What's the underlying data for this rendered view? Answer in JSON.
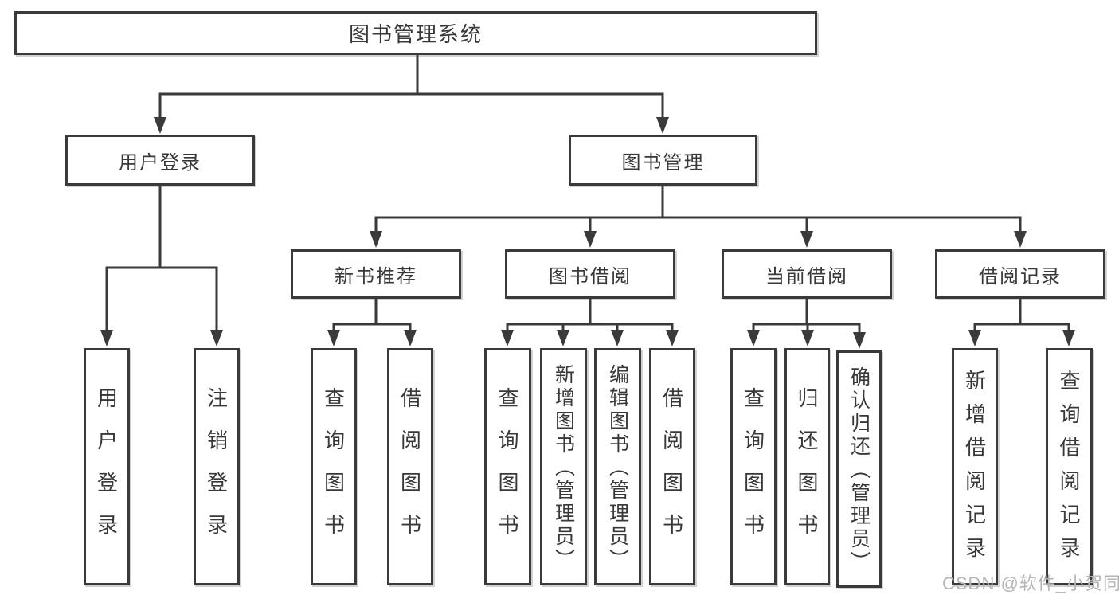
{
  "diagram": {
    "background": "#ffffff",
    "line_color": "#3a3a3a",
    "text_color": "#383838",
    "watermark": {
      "text": "CSDN @软件_小贺同学",
      "color": "#b5b5b5"
    },
    "tree": {
      "root": "图书管理系统",
      "branches": [
        {
          "label": "用户登录",
          "children": [
            "用户登录",
            "注销登录"
          ]
        },
        {
          "label": "图书管理",
          "children": [
            {
              "label": "新书推荐",
              "children": [
                "查询图书",
                "借阅图书"
              ]
            },
            {
              "label": "图书借阅",
              "children": [
                "查询图书",
                "新增图书（管理员）",
                "编辑图书（管理员）",
                "借阅图书"
              ]
            },
            {
              "label": "当前借阅",
              "children": [
                "查询图书",
                "归还图书",
                "确认归还（管理员）"
              ]
            },
            {
              "label": "借阅记录",
              "children": [
                "新增借阅记录",
                "查询借阅记录"
              ]
            }
          ]
        }
      ]
    }
  }
}
